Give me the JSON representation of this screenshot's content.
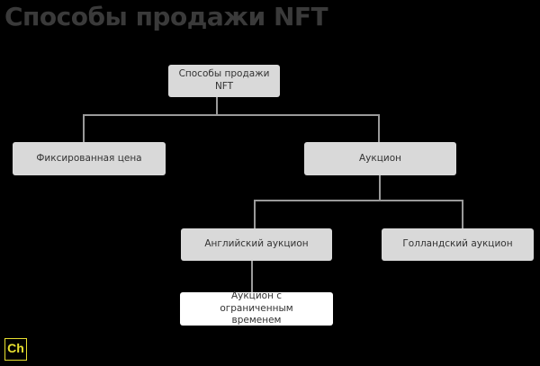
{
  "title": "Способы продажи NFT",
  "nodes": {
    "root": "Способы продажи NFT",
    "fixed": "Фиксированная цена",
    "auction": "Аукцион",
    "english": "Английский аукцион",
    "dutch": "Голландский аукцион",
    "limited": "Аукцион с ограниченным временем"
  },
  "logo": "Ch"
}
